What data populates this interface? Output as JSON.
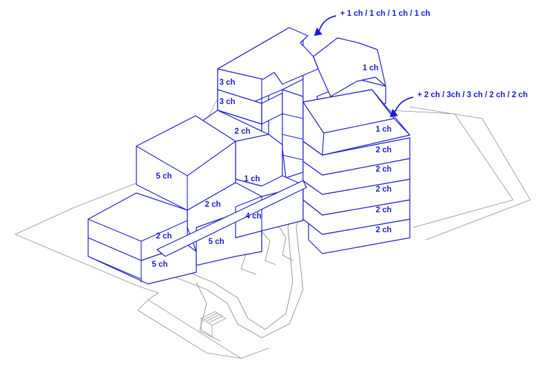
{
  "annotations": {
    "top_addition": "+ 1 ch / 1 ch / 1 ch / 1 ch",
    "right_addition": "+ 2 ch / 3ch / 3 ch / 2 ch / 2 ch"
  },
  "labels": {
    "l_5ch_upper": "5 ch",
    "l_5ch_lower": "5 ch",
    "l_5ch_mid": "5 ch",
    "l_2ch_left": "2 ch",
    "l_2ch_center": "2 ch",
    "l_4ch": "4 ch",
    "l_1ch_center": "1 ch",
    "l_2ch_upper": "2 ch",
    "l_3ch_top": "3 ch",
    "l_3ch_second": "3 ch",
    "l_1ch_roof": "1 ch",
    "l_1ch_tower": "1 ch",
    "l_2ch_t1": "2 ch",
    "l_2ch_t2": "2 ch",
    "l_2ch_t3": "2 ch",
    "l_2ch_t4": "2 ch",
    "l_2ch_t5": "2 ch"
  },
  "colors": {
    "building_line": "#1a1acc",
    "site_line": "#8c8c8c"
  }
}
